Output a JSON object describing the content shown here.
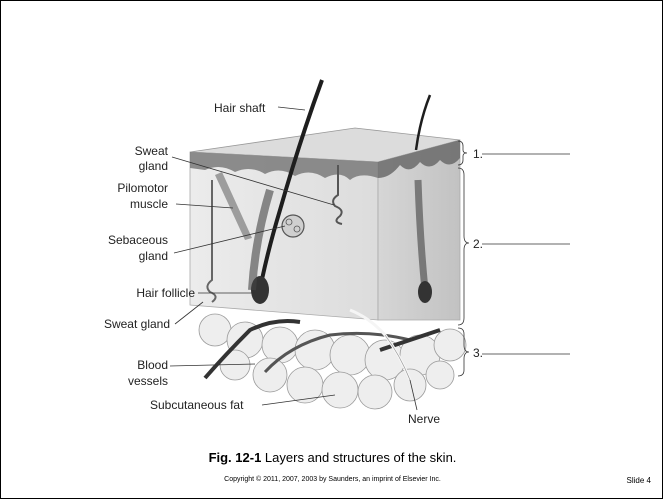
{
  "labels": {
    "hair_shaft": "Hair shaft",
    "sweat_gland_top_1": "Sweat",
    "sweat_gland_top_2": "gland",
    "pilomotor_1": "Pilomotor",
    "pilomotor_2": "muscle",
    "sebaceous_1": "Sebaceous",
    "sebaceous_2": "gland",
    "hair_follicle": "Hair follicle",
    "sweat_gland_bottom": "Sweat gland",
    "blood_1": "Blood",
    "blood_2": "vessels",
    "subcutaneous_fat": "Subcutaneous fat",
    "nerve": "Nerve",
    "layer_1": "1.",
    "layer_2": "2.",
    "layer_3": "3."
  },
  "caption": {
    "figure_ref": "Fig. 12-1",
    "text": " Layers and structures of the skin."
  },
  "footer": {
    "copyright": "Copyright © 2011, 2007, 2003 by Saunders, an imprint of Elsevier Inc.",
    "slide": "Slide 4"
  }
}
